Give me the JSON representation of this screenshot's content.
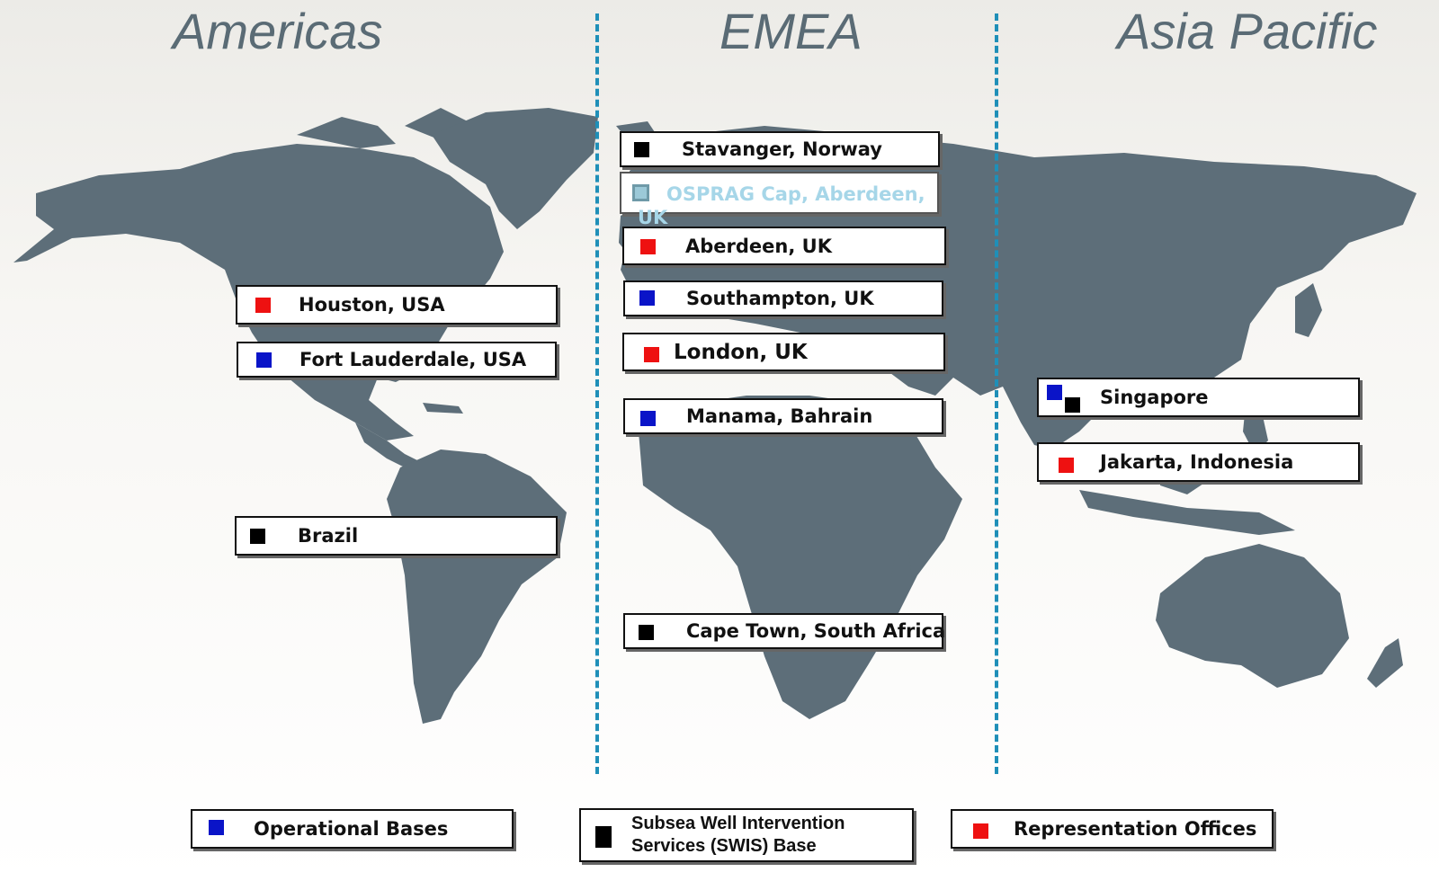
{
  "regions": {
    "americas": "Americas",
    "emea": "EMEA",
    "asia_pacific": "Asia Pacific"
  },
  "colors": {
    "operational": "#0a14c8",
    "swis": "#000000",
    "representation": "#ee1111",
    "land": "#5d6e79",
    "divider": "#1f8fb8"
  },
  "locations": {
    "houston": "Houston, USA",
    "fort_lauderdale": "Fort Lauderdale, USA",
    "brazil": "Brazil",
    "stavanger": "Stavanger, Norway",
    "osprag": "OSPRAG Cap, Aberdeen, UK",
    "aberdeen": "Aberdeen, UK",
    "southampton": "Southampton, UK",
    "london": "London, UK",
    "manama": "Manama, Bahrain",
    "cape_town": "Cape Town, South Africa",
    "singapore": "Singapore",
    "jakarta": "Jakarta, Indonesia"
  },
  "legend": {
    "operational": "Operational Bases",
    "swis": "Subsea Well Intervention Services (SWIS) Base",
    "representation": "Representation Offices"
  }
}
